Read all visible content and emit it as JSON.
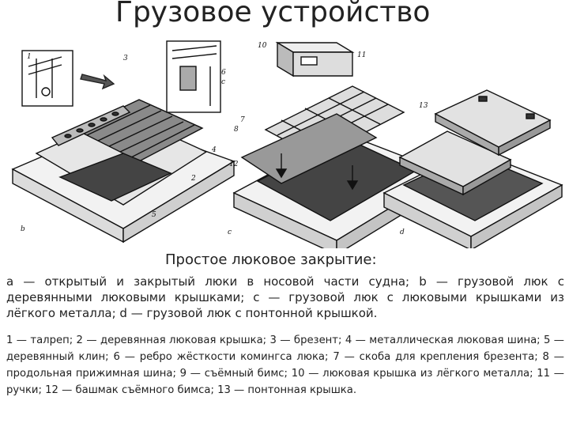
{
  "page": {
    "title": "Грузовое устройство"
  },
  "figure": {
    "panel_labels": [
      "b",
      "c",
      "d"
    ],
    "part_numbers": [
      "1",
      "3",
      "6",
      "с",
      "7",
      "8",
      "4",
      "2",
      "5",
      "10",
      "11",
      "12",
      "13"
    ]
  },
  "caption": {
    "heading": "Простое люковое закрытие:",
    "description": "а — открытый и закрытый люки в носовой части судна; b — грузовой люк с деревянными люковыми крышками; c — грузовой люк с люковыми крышками из лёгкого металла; d — грузовой люк с понтонной крышкой.",
    "legend": "1 — талреп; 2 — деревянная люковая крышка; 3 — брезент; 4 — металлическая люковая шина; 5 — деревянный клин; 6 — ребро жёсткости комингса люка; 7 — скоба для крепления брезента; 8 — продольная прижимная шина; 9 — съёмный бимс; 10 — люковая крышка из лёгкого металла; 11 — ручки; 12 — башмак съёмного бимса; 13 — понтонная крышка."
  },
  "colors": {
    "text": "#222222",
    "ink": "#111111",
    "background": "#ffffff"
  }
}
